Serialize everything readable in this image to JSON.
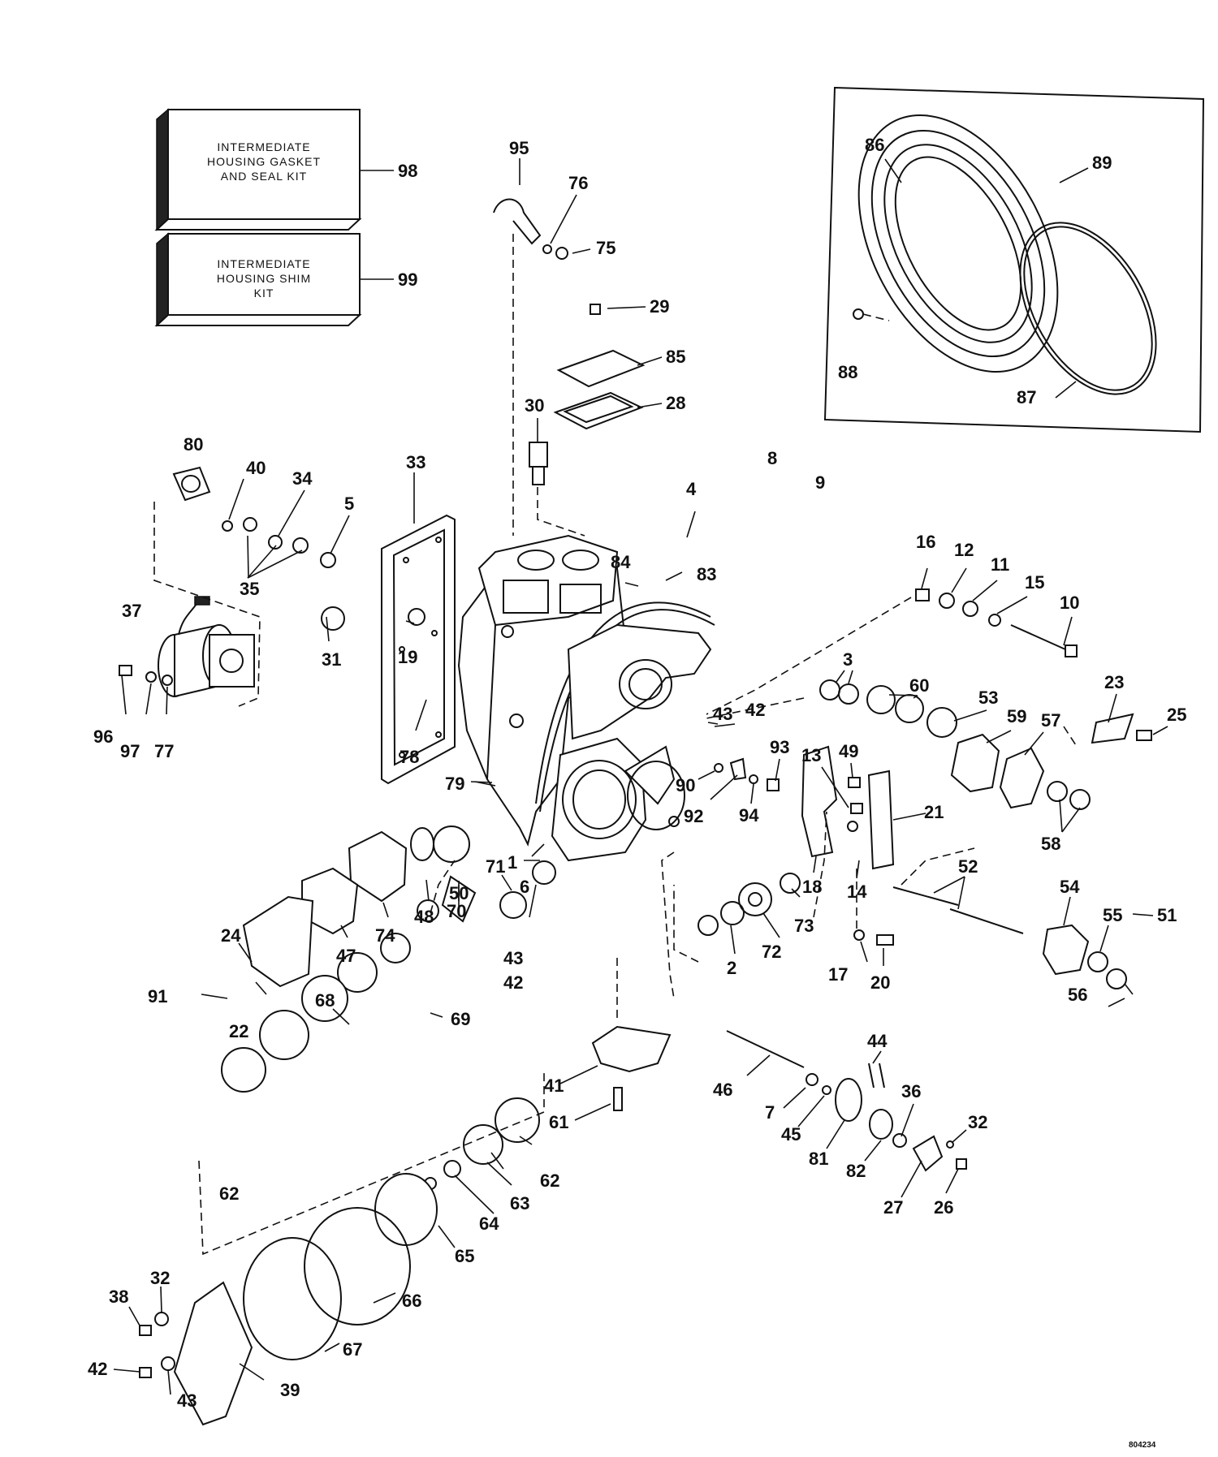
{
  "kits": [
    {
      "lines": [
        "INTERMEDIATE",
        "HOUSING GASKET",
        "AND SEAL KIT"
      ],
      "callout": "98"
    },
    {
      "lines": [
        "INTERMEDIATE",
        "HOUSING SHIM",
        "KIT"
      ],
      "callout": "99"
    }
  ],
  "inset": {
    "callouts": [
      "86",
      "89",
      "88",
      "87"
    ]
  },
  "callouts": [
    "95",
    "76",
    "75",
    "29",
    "85",
    "28",
    "30",
    "80",
    "40",
    "34",
    "5",
    "35",
    "33",
    "4",
    "8",
    "9",
    "84",
    "83",
    "37",
    "31",
    "19",
    "96",
    "97",
    "77",
    "78",
    "16",
    "12",
    "11",
    "15",
    "10",
    "3",
    "60",
    "53",
    "59",
    "57",
    "23",
    "25",
    "43",
    "42",
    "93",
    "49",
    "13",
    "90",
    "92",
    "94",
    "21",
    "79",
    "18",
    "14",
    "58",
    "1",
    "50",
    "48",
    "74",
    "47",
    "52",
    "54",
    "55",
    "51",
    "6",
    "71",
    "70",
    "2",
    "72",
    "73",
    "17",
    "20",
    "56",
    "24",
    "91",
    "22",
    "68",
    "69",
    "43",
    "42",
    "41",
    "61",
    "46",
    "44",
    "7",
    "45",
    "81",
    "82",
    "36",
    "32",
    "27",
    "26",
    "62",
    "63",
    "64",
    "62",
    "65",
    "66",
    "67",
    "38",
    "32",
    "42",
    "43",
    "39"
  ],
  "code": "804234"
}
